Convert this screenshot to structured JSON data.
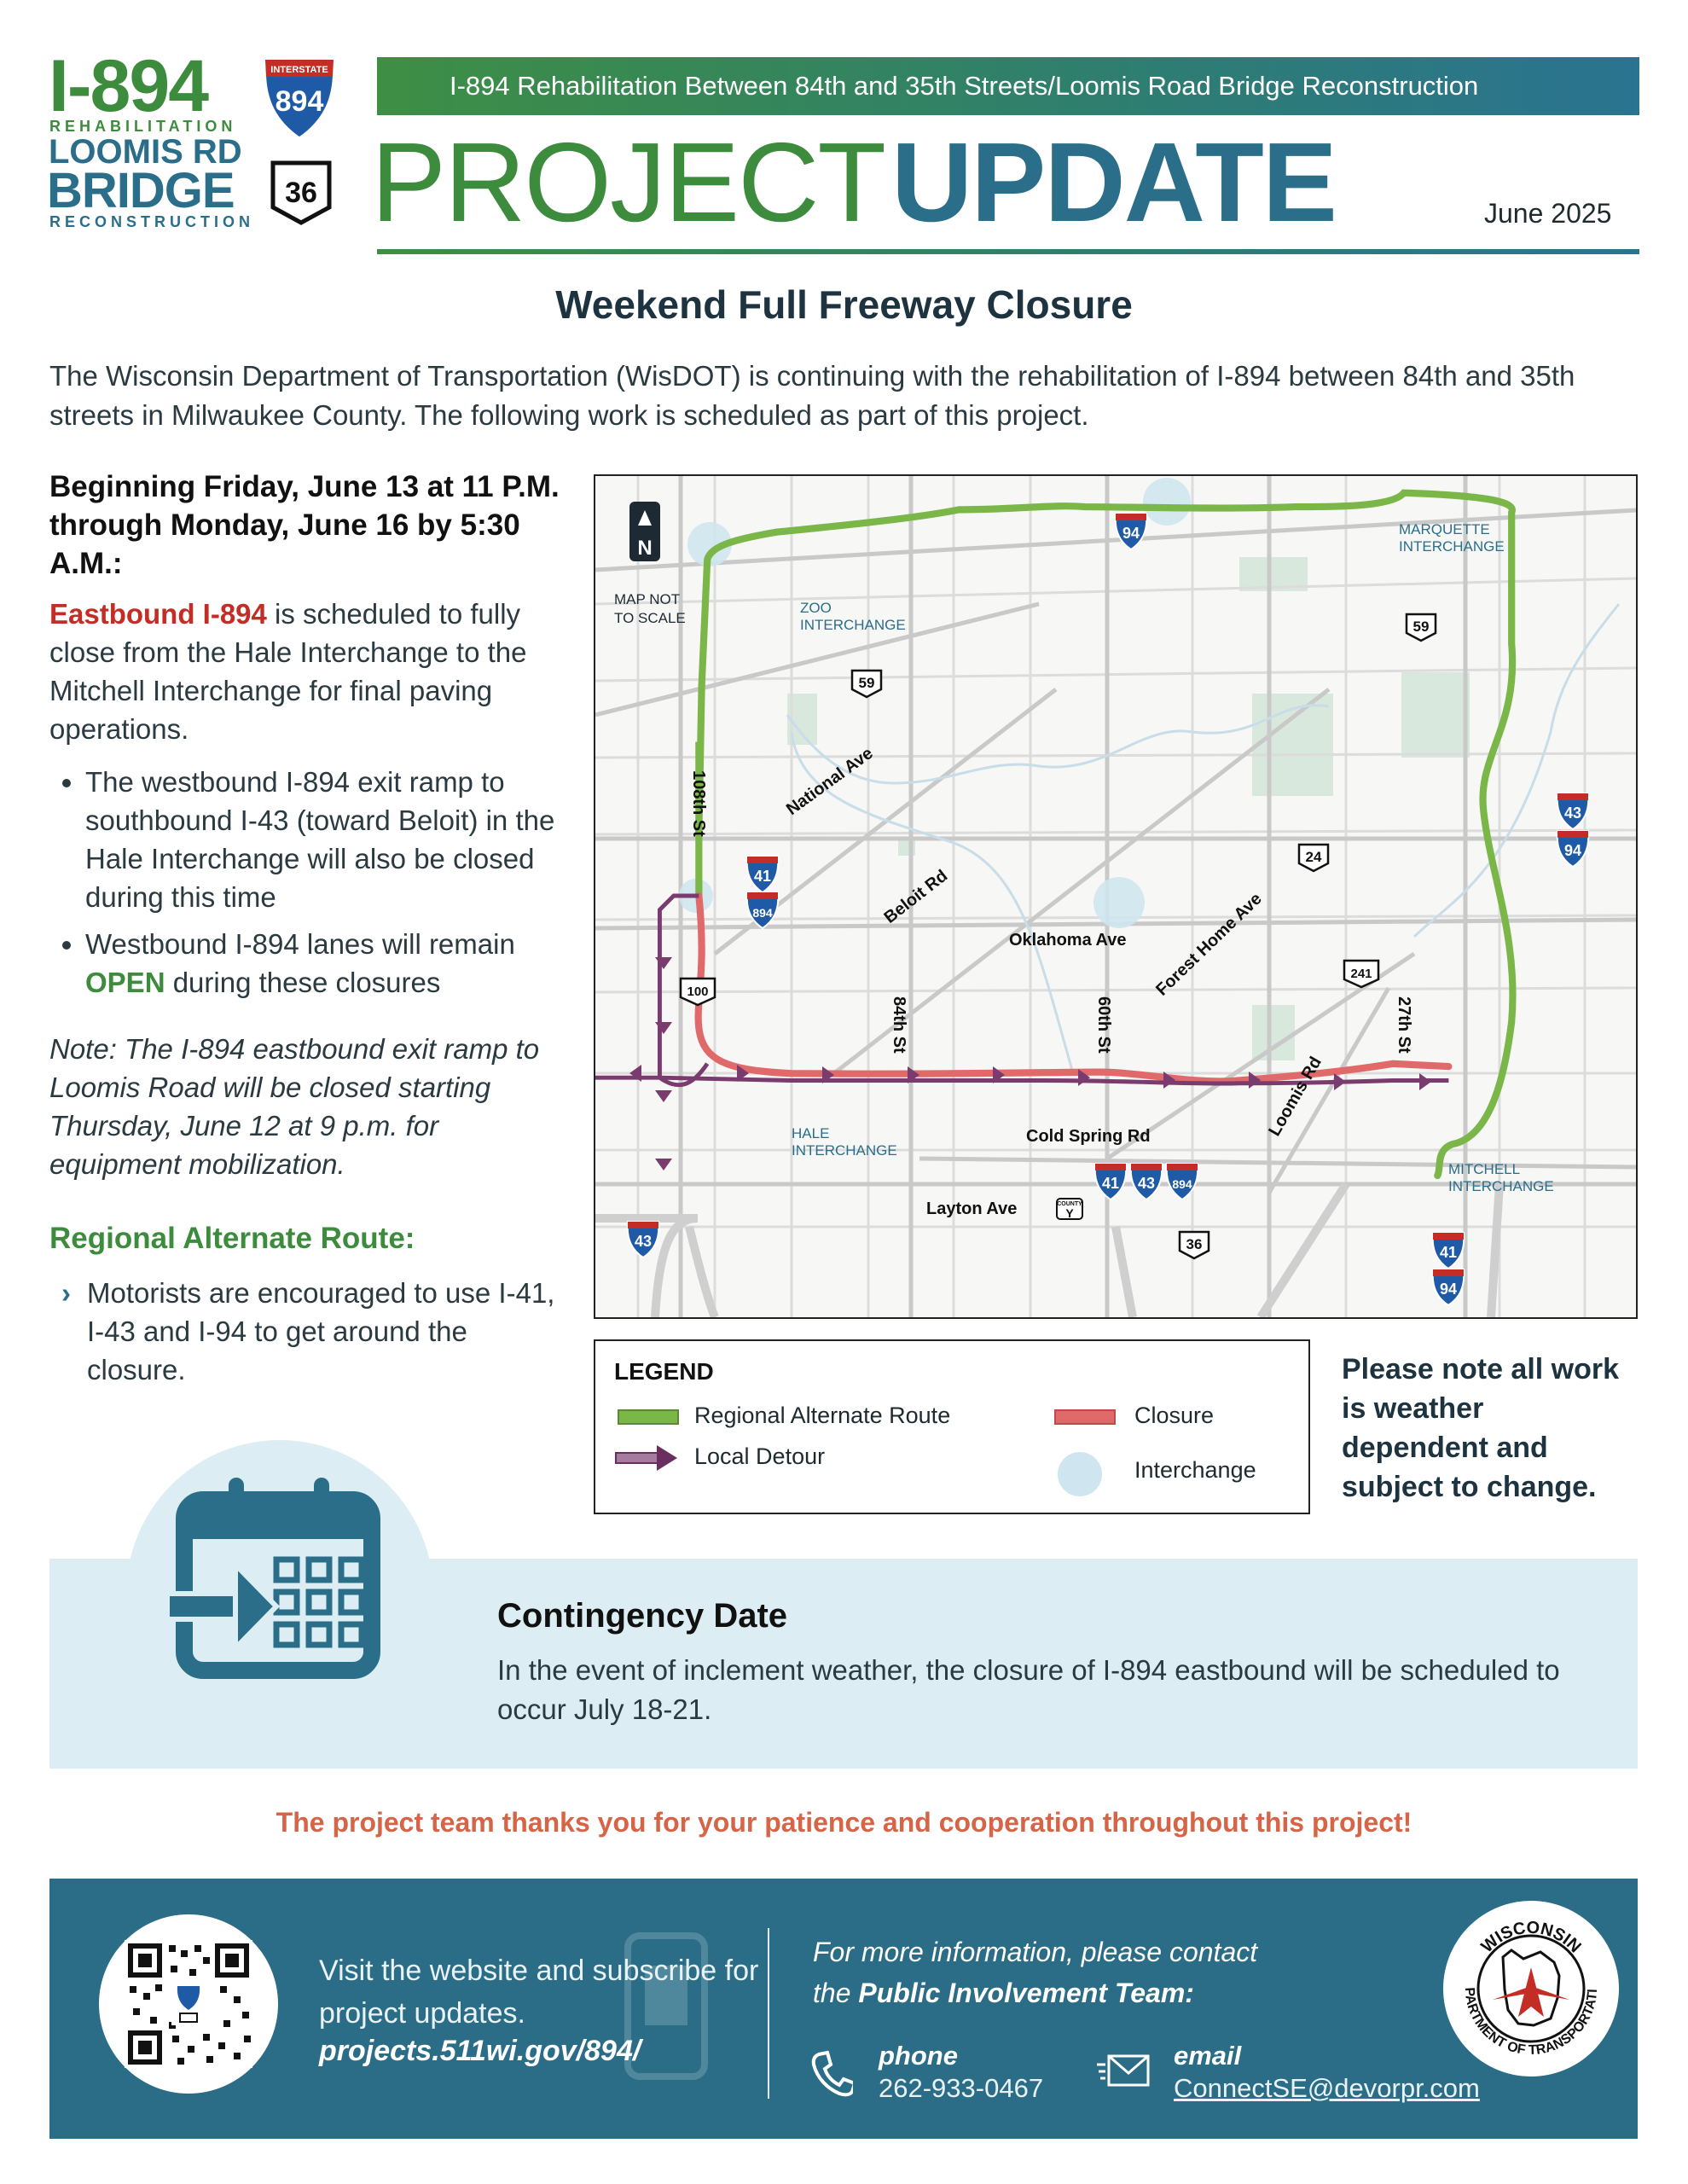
{
  "header": {
    "logo": {
      "route": "I-894",
      "rehab": "REHABILITATION",
      "loomis": "LOOMIS RD",
      "bridge": "BRIDGE",
      "recon": "RECONSTRUCTION",
      "interstate_label": "INTERSTATE",
      "interstate_num": "894",
      "state_route": "36"
    },
    "banner": "I-894 Rehabilitation Between 84th and 35th Streets/Loomis Road Bridge Reconstruction",
    "project": "PROJECT",
    "update": "UPDATE",
    "date": "June 2025"
  },
  "heading": "Weekend Full Freeway Closure",
  "intro": "The Wisconsin Department of Transportation (WisDOT) is continuing with the rehabilitation of I-894 between 84th and 35th streets in Milwaukee County. The following work is scheduled as part of this project.",
  "schedule": {
    "when": "Beginning Friday, June 13 at 11 P.M. through Monday, June 16 by 5:30 A.M.:",
    "closure_highlight": "Eastbound I-894",
    "closure_rest": " is scheduled to fully close from the Hale Interchange to the Mitchell Interchange for final paving operations.",
    "bullet1": "The westbound I-894 exit ramp to southbound I-43 (toward Beloit) in the Hale Interchange will also be closed during this time",
    "bullet2_pre": "Westbound I-894 lanes will remain ",
    "bullet2_open": "OPEN",
    "bullet2_post": " during these closures",
    "note": "Note: The I-894 eastbound exit ramp to Loomis Road will be closed starting Thursday, June 12 at 9 p.m. for equipment mobilization."
  },
  "alternate": {
    "title": "Regional Alternate Route:",
    "marker": "›",
    "text": "Motorists are encouraged to use I-41, I-43 and I-94 to get around the closure."
  },
  "map": {
    "north": "N",
    "scale_note_1": "MAP NOT",
    "scale_note_2": "TO SCALE",
    "interchanges": {
      "zoo": [
        "ZOO",
        "INTERCHANGE"
      ],
      "marquette": [
        "MARQUETTE",
        "INTERCHANGE"
      ],
      "hale": [
        "HALE",
        "INTERCHANGE"
      ],
      "mitchell": [
        "MITCHELL",
        "INTERCHANGE"
      ]
    },
    "streets": {
      "national": "National Ave",
      "beloit": "Beloit Rd",
      "oklahoma": "Oklahoma Ave",
      "forest_home": "Forest Home Ave",
      "s108": "108th St",
      "s84": "84th St",
      "s60": "60th St",
      "s27": "27th St",
      "loomis": "Loomis Rd",
      "cold_spring": "Cold Spring Rd",
      "layton": "Layton Ave"
    },
    "shields": {
      "i94": "94",
      "i41": "41",
      "i43": "43",
      "i894": "894",
      "wi59": "59",
      "wi24": "24",
      "wi241": "241",
      "wi100": "100",
      "wi36": "36",
      "county_y": "Y",
      "county_label": "COUNTY"
    }
  },
  "legend": {
    "title": "LEGEND",
    "alternate": "Regional Alternate Route",
    "detour": "Local Detour",
    "closure": "Closure",
    "interchange": "Interchange"
  },
  "weather_note": "Please note all work is weather dependent and subject to change.",
  "contingency": {
    "title": "Contingency Date",
    "text": "In the event of inclement weather, the closure of I-894 eastbound will be scheduled to occur July 18-21."
  },
  "thanks": "The project team thanks you for your patience and cooperation throughout this project!",
  "footer": {
    "visit": "Visit the website and subscribe for project updates.",
    "url": "projects.511wi.gov/894/",
    "contact": "For more information, please contact",
    "contact_team_pre": "the ",
    "contact_team": "Public Involvement Team:",
    "phone_label": "phone",
    "phone": "262-933-0467",
    "email_label": "email",
    "email": "ConnectSE@devorpr.com",
    "wisdot_top": "WISCONSIN",
    "wisdot_arc": "DEPARTMENT OF TRANSPORTATION"
  },
  "colors": {
    "green": "#3d8b3d",
    "teal": "#2b6e8a",
    "red": "#c42c26",
    "closure": "#e06a6a",
    "detour": "#7a3b6e",
    "alt_route": "#7ab648",
    "interchange": "#cfe6f0"
  }
}
